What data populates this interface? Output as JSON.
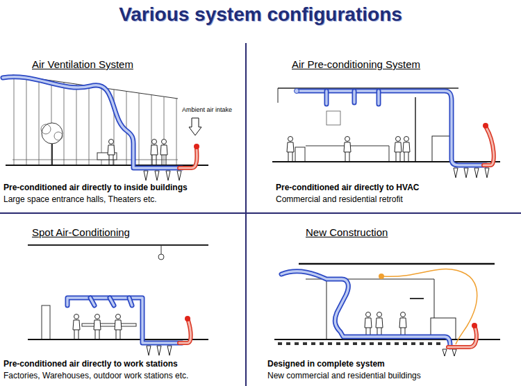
{
  "diagram": {
    "title": "Various system configurations",
    "labels": [
      "Air Ventilation System",
      "Ambient air intake",
      "Pre-conditioned air directly to inside buildings",
      "Large space entrance halls, Theaters etc.",
      "Air Pre-conditioning System",
      "Pre-conditioned air directly to HVAC",
      "Commercial and residential retrofit",
      "Spot Air-Conditioning",
      "Pre-conditioned air directly to work stations",
      "Factories, Warehouses, outdoor work stations etc.",
      "New Construction",
      "Designed in complete system",
      "New commercial and residential buildings"
    ]
  }
}
